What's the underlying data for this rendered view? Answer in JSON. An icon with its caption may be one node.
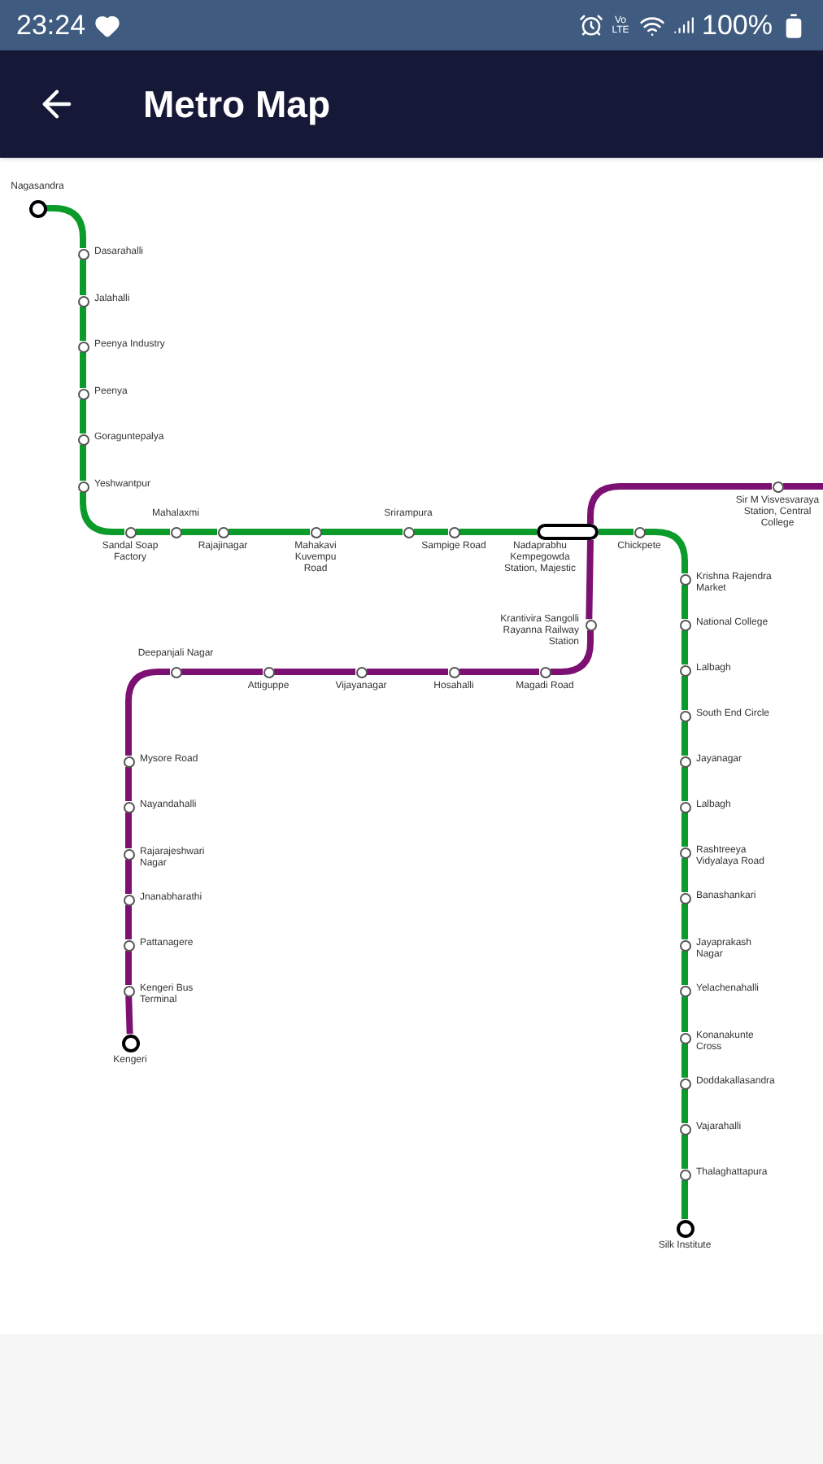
{
  "diagram": {
    "title": "Metro Map",
    "nodes": [
      {
        "text": [],
        "shape": "circle",
        "beside": [
          "Nagasandra"
        ]
      },
      {
        "text": [],
        "shape": "circle",
        "beside": [
          "Dasarahalli"
        ]
      },
      {
        "text": [],
        "shape": "circle",
        "beside": [
          "Jalahalli"
        ]
      },
      {
        "text": [],
        "shape": "circle",
        "beside": [
          "Peenya Industry"
        ]
      },
      {
        "text": [],
        "shape": "circle",
        "beside": [
          "Peenya"
        ]
      },
      {
        "text": [],
        "shape": "circle",
        "beside": [
          "Goraguntepalya"
        ]
      },
      {
        "text": [],
        "shape": "circle",
        "beside": [
          "Yeshwantpur"
        ]
      },
      {
        "text": [],
        "shape": "circle",
        "beside": [
          "Sandal Soap Factory"
        ]
      },
      {
        "text": [],
        "shape": "circle",
        "beside": [
          "Mahalaxmi"
        ]
      },
      {
        "text": [],
        "shape": "circle",
        "beside": [
          "Rajajinagar"
        ]
      },
      {
        "text": [],
        "shape": "circle",
        "beside": [
          "Mahakavi Kuvempu Road"
        ]
      },
      {
        "text": [],
        "shape": "circle",
        "beside": [
          "Srirampura"
        ]
      },
      {
        "text": [],
        "shape": "circle",
        "beside": [
          "Sampige Road"
        ]
      },
      {
        "text": [],
        "shape": "bar",
        "beside": [
          "Nadaprabhu Kempegowda Station, Majestic"
        ]
      },
      {
        "text": [],
        "shape": "circle",
        "beside": [
          "Chickpete"
        ]
      },
      {
        "text": [],
        "shape": "circle",
        "beside": [
          "Krishna Rajendra Market"
        ]
      },
      {
        "text": [],
        "shape": "circle",
        "beside": [
          "National College"
        ]
      },
      {
        "text": [],
        "shape": "circle",
        "beside": [
          "Lalbagh"
        ]
      },
      {
        "text": [],
        "shape": "circle",
        "beside": [
          "South End Circle"
        ]
      },
      {
        "text": [],
        "shape": "circle",
        "beside": [
          "Jayanagar"
        ]
      },
      {
        "text": [],
        "shape": "circle",
        "beside": [
          "Lalbagh"
        ]
      },
      {
        "text": [],
        "shape": "circle",
        "beside": [
          "Rashtreeya Vidyalaya Road"
        ]
      },
      {
        "text": [],
        "shape": "circle",
        "beside": [
          "Banashankari"
        ]
      },
      {
        "text": [],
        "shape": "circle",
        "beside": [
          "Jayaprakash Nagar"
        ]
      },
      {
        "text": [],
        "shape": "circle",
        "beside": [
          "Yelachenahalli"
        ]
      },
      {
        "text": [],
        "shape": "circle",
        "beside": [
          "Konanakunte Cross"
        ]
      },
      {
        "text": [],
        "shape": "circle",
        "beside": [
          "Doddakallasandra"
        ]
      },
      {
        "text": [],
        "shape": "circle",
        "beside": [
          "Vajarahalli"
        ]
      },
      {
        "text": [],
        "shape": "circle",
        "beside": [
          "Thalaghattapura"
        ]
      },
      {
        "text": [],
        "shape": "circle",
        "beside": [
          "Silk Institute"
        ]
      },
      {
        "text": [],
        "shape": "circle",
        "beside": [
          "Sir M Visvesvaraya Station, Central College"
        ]
      },
      {
        "text": [],
        "shape": "circle",
        "beside": [
          "Krantivira Sangolli Rayanna Railway Station"
        ]
      },
      {
        "text": [],
        "shape": "circle",
        "beside": [
          "Magadi Road"
        ]
      },
      {
        "text": [],
        "shape": "circle",
        "beside": [
          "Hosahalli"
        ]
      },
      {
        "text": [],
        "shape": "circle",
        "beside": [
          "Vijayanagar"
        ]
      },
      {
        "text": [],
        "shape": "circle",
        "beside": [
          "Attiguppe"
        ]
      },
      {
        "text": [],
        "shape": "circle",
        "beside": [
          "Deepanjali Nagar"
        ]
      },
      {
        "text": [],
        "shape": "circle",
        "beside": [
          "Mysore Road"
        ]
      },
      {
        "text": [],
        "shape": "circle",
        "beside": [
          "Nayandahalli"
        ]
      },
      {
        "text": [],
        "shape": "circle",
        "beside": [
          "Rajarajeshwari Nagar"
        ]
      },
      {
        "text": [],
        "shape": "circle",
        "beside": [
          "Jnanabharathi"
        ]
      },
      {
        "text": [],
        "shape": "circle",
        "beside": [
          "Pattanagere"
        ]
      },
      {
        "text": [],
        "shape": "circle",
        "beside": [
          "Kengeri Bus Terminal"
        ]
      },
      {
        "text": [],
        "shape": "circle",
        "beside": [
          "Kengeri"
        ]
      }
    ],
    "edges": [
      {
        "from": 0,
        "to": 1,
        "arrow": "none"
      },
      {
        "from": 1,
        "to": 2,
        "arrow": "none"
      },
      {
        "from": 2,
        "to": 3,
        "arrow": "none"
      },
      {
        "from": 3,
        "to": 4,
        "arrow": "none"
      },
      {
        "from": 4,
        "to": 5,
        "arrow": "none"
      },
      {
        "from": 5,
        "to": 6,
        "arrow": "none"
      },
      {
        "from": 6,
        "to": 7,
        "arrow": "none"
      },
      {
        "from": 7,
        "to": 8,
        "arrow": "none"
      },
      {
        "from": 8,
        "to": 9,
        "arrow": "none"
      },
      {
        "from": 9,
        "to": 10,
        "arrow": "none"
      },
      {
        "from": 10,
        "to": 11,
        "arrow": "none"
      },
      {
        "from": 11,
        "to": 12,
        "arrow": "none"
      },
      {
        "from": 12,
        "to": 13,
        "arrow": "none"
      },
      {
        "from": 13,
        "to": 14,
        "arrow": "none"
      },
      {
        "from": 14,
        "to": 15,
        "arrow": "none"
      },
      {
        "from": 15,
        "to": 16,
        "arrow": "none"
      },
      {
        "from": 16,
        "to": 17,
        "arrow": "none"
      },
      {
        "from": 17,
        "to": 18,
        "arrow": "none"
      },
      {
        "from": 18,
        "to": 19,
        "arrow": "none"
      },
      {
        "from": 19,
        "to": 20,
        "arrow": "none"
      },
      {
        "from": 20,
        "to": 21,
        "arrow": "none"
      },
      {
        "from": 21,
        "to": 22,
        "arrow": "none"
      },
      {
        "from": 22,
        "to": 23,
        "arrow": "none"
      },
      {
        "from": 23,
        "to": 24,
        "arrow": "none"
      },
      {
        "from": 24,
        "to": 25,
        "arrow": "none"
      },
      {
        "from": 25,
        "to": 26,
        "arrow": "none"
      },
      {
        "from": 26,
        "to": 27,
        "arrow": "none"
      },
      {
        "from": 27,
        "to": 28,
        "arrow": "none"
      },
      {
        "from": 28,
        "to": 29,
        "arrow": "none"
      },
      {
        "from": 30,
        "to": null,
        "arrow": "none",
        "color": "#7d1173"
      },
      {
        "from": 30,
        "to": 13,
        "arrow": "none",
        "color": "#7d1173"
      },
      {
        "from": 13,
        "to": 31,
        "arrow": "none",
        "color": "#7d1173"
      },
      {
        "from": 31,
        "to": 32,
        "arrow": "none",
        "color": "#7d1173"
      },
      {
        "from": 32,
        "to": 33,
        "arrow": "none",
        "color": "#7d1173"
      },
      {
        "from": 33,
        "to": 34,
        "arrow": "none",
        "color": "#7d1173"
      },
      {
        "from": 34,
        "to": 35,
        "arrow": "none",
        "color": "#7d1173"
      },
      {
        "from": 35,
        "to": 36,
        "arrow": "none",
        "color": "#7d1173"
      },
      {
        "from": 36,
        "to": 37,
        "arrow": "none",
        "color": "#7d1173"
      },
      {
        "from": 37,
        "to": 38,
        "arrow": "none",
        "color": "#7d1173"
      },
      {
        "from": 38,
        "to": 39,
        "arrow": "none",
        "color": "#7d1173"
      },
      {
        "from": 39,
        "to": 40,
        "arrow": "none",
        "color": "#7d1173"
      },
      {
        "from": 40,
        "to": 41,
        "arrow": "none",
        "color": "#7d1173"
      },
      {
        "from": 41,
        "to": 42,
        "arrow": "none",
        "color": "#7d1173"
      },
      {
        "from": 42,
        "to": 43,
        "arrow": "none",
        "color": "#7d1173"
      }
    ],
    "labels": [
      "23:24",
      "Vo LTE",
      "100%"
    ]
  }
}
